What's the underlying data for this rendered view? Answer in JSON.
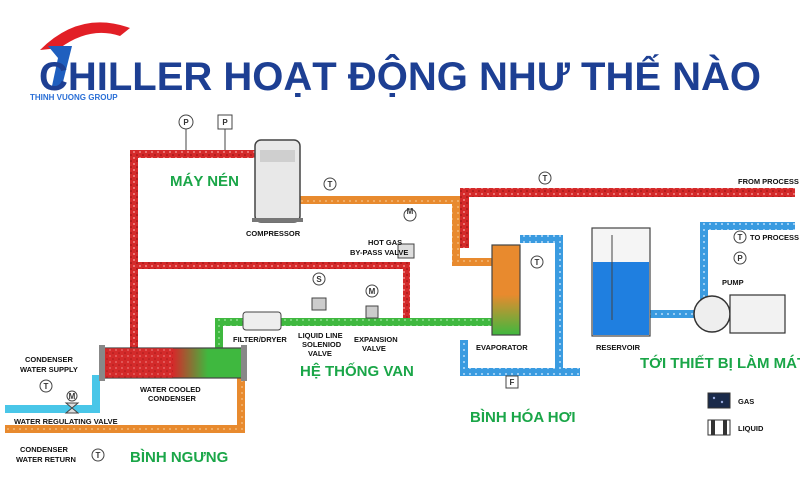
{
  "title": "CHILLER HOẠT ĐỘNG NHƯ THẾ NÀO",
  "logo": {
    "text": "THINH VUONG GROUP",
    "colors": {
      "red": "#e21f26",
      "blue": "#1f5fbf"
    }
  },
  "colors": {
    "title": "#1d3f93",
    "vn_label": "#1aa648",
    "hot_gas_red": "#d42a2a",
    "orange": "#e88a2e",
    "green": "#3fb83f",
    "blue": "#3a9be0",
    "water_cyan": "#49c6e8"
  },
  "vn_labels": {
    "compressor": "MÁY NÉN",
    "valves": "HỆ THỐNG VAN",
    "evaporator": "BÌNH HÓA HƠI",
    "condenser": "BÌNH NGƯNG",
    "to_equipment": "TỚI THIẾT BỊ LÀM MÁT"
  },
  "labels": {
    "compressor": "COMPRESSOR",
    "hot_gas_1": "HOT GAS",
    "hot_gas_2": "BY-PASS VALVE",
    "filter": "FILTER/DRYER",
    "liquid_1": "LIQUID LINE",
    "liquid_2": "SOLENIOD",
    "liquid_3": "VALVE",
    "exp_1": "EXPANSION",
    "exp_2": "VALVE",
    "evaporator": "EVAPORATOR",
    "reservoir": "RESERVOIR",
    "pump": "PUMP",
    "from_process": "FROM PROCESS",
    "to_process": "TO PROCESS",
    "cond_supply_1": "CONDENSER",
    "cond_supply_2": "WATER SUPPLY",
    "water_reg": "WATER REGULATING VALVE",
    "cond_return_1": "CONDENSER",
    "cond_return_2": "WATER RETURN",
    "wcc_1": "WATER COOLED",
    "wcc_2": "CONDENSER"
  },
  "instruments": {
    "pressure": "P",
    "temperature": "T",
    "motor": "M",
    "solenoid": "S",
    "flow": "F"
  },
  "legend": {
    "gas": "GAS",
    "liquid": "LIQUID"
  }
}
